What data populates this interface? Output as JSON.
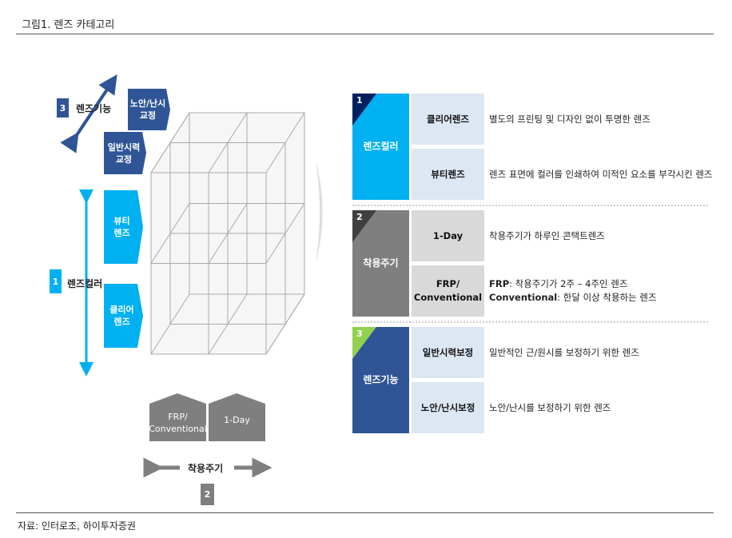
{
  "title": "그림1. 렌즈 카테고리",
  "source": "자료: 인터로조, 하이투자증권",
  "colors": {
    "cyan": "#00B0F0",
    "gray": "#7F7F7F",
    "blue": "#2F5597",
    "light_blue": "#DDE7F4",
    "light_gray": "#D9D9D9"
  },
  "left": {
    "function": {
      "num": "3",
      "label": "렌즈기능",
      "presbyopia": "노안/난시\n교정",
      "general": "일반시력\n교정"
    },
    "color": {
      "num": "1",
      "label": "렌즈컬러",
      "beauty": "뷰티\n렌즈",
      "clear": "클리어\n렌즈"
    },
    "cycle": {
      "num": "2",
      "label": "착용주기",
      "frp": "FRP/\nConventional",
      "oneday": "1-Day"
    }
  },
  "table": [
    {
      "num": "1",
      "category": "렌즈컬러",
      "rows": [
        {
          "type": "클리어렌즈",
          "desc": "별도의 프린팅 및 디자인 없이 투명한 렌즈"
        },
        {
          "type": "뷰티렌즈",
          "desc": "렌즈 표면에 컬러를 인쇄하여 미적인 요소를 부각시킨 렌즈"
        }
      ]
    },
    {
      "num": "2",
      "category": "착용주기",
      "rows": [
        {
          "type": "1-Day",
          "desc": "착용주기가 하루인 콘택트렌즈"
        },
        {
          "type": "FRP/\nConventional",
          "desc_a_label": "FRP",
          "desc_a": ": 착용주기가 2주 – 4주인 렌즈",
          "desc_b_label": "Conventional",
          "desc_b": ": 한달 이상 착용하는 렌즈"
        }
      ]
    },
    {
      "num": "3",
      "category": "렌즈기능",
      "rows": [
        {
          "type": "일반시력보정",
          "desc": "일반적인 근/원시를 보정하기 위한 렌즈"
        },
        {
          "type": "노안/난시보정",
          "desc": "노안/난시를 보정하기 위한 렌즈"
        }
      ]
    }
  ]
}
